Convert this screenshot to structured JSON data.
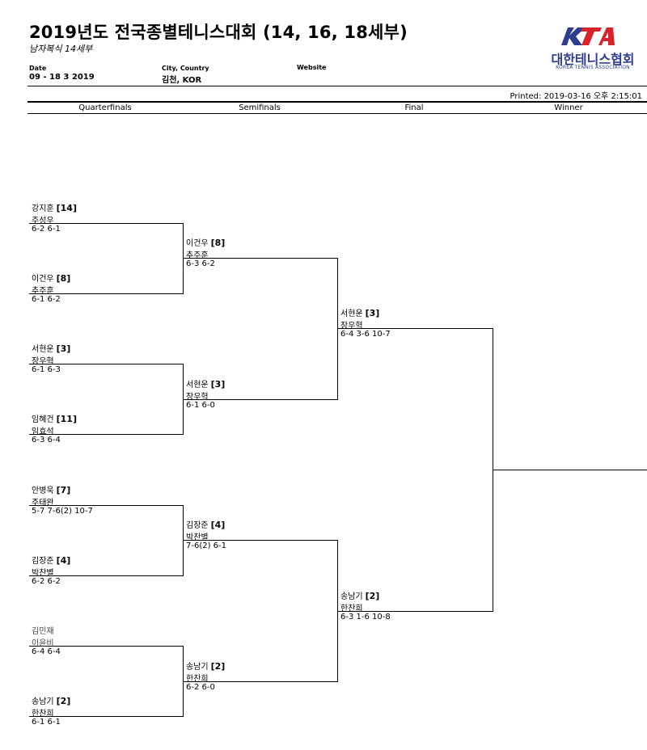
{
  "header": {
    "title": "2019년도 전국종별테니스대회 (14, 16, 18세부)",
    "subtitle": "남자복식 14세부",
    "date_label": "Date",
    "date_value": "09 - 18 3 2019",
    "city_label": "City, Country",
    "city_value": "김천, KOR",
    "website_label": "Website",
    "printed": "Printed: 2019-03-16 오후 2:15:01"
  },
  "logo": {
    "mark_text": "KTA",
    "korean_name": "대한테니스협회",
    "english_name": "KOREA TENNIS ASSOCIATION",
    "color_red": "#d8232a",
    "color_blue": "#2f3d8f"
  },
  "columns": [
    "Quarterfinals",
    "Semifinals",
    "Final",
    "Winner"
  ],
  "quarterfinals": [
    {
      "player1": "강지훈",
      "seed": "[14]",
      "player2": "주성우",
      "score": "6-2 6-1"
    },
    {
      "player1": "이건우",
      "seed": "[8]",
      "player2": "추주훈",
      "score": "6-1 6-2"
    },
    {
      "player1": "서현운",
      "seed": "[3]",
      "player2": "장우혁",
      "score": "6-1 6-3"
    },
    {
      "player1": "임혜건",
      "seed": "[11]",
      "player2": "임효석",
      "score": "6-3 6-4"
    },
    {
      "player1": "안병욱",
      "seed": "[7]",
      "player2": "주태완",
      "score": "5-7 7-6(2) 10-7"
    },
    {
      "player1": "김장준",
      "seed": "[4]",
      "player2": "박찬별",
      "score": "6-2 6-2"
    },
    {
      "player1": "김민재",
      "seed": "",
      "player2": "이윤비",
      "score": "6-4 6-4"
    },
    {
      "player1": "송남기",
      "seed": "[2]",
      "player2": "한찬희",
      "score": "6-1 6-1"
    }
  ],
  "semifinals": [
    {
      "player1": "이건우",
      "seed": "[8]",
      "player2": "추주훈",
      "score": "6-3 6-2"
    },
    {
      "player1": "서현운",
      "seed": "[3]",
      "player2": "장우혁",
      "score": "6-1 6-0"
    },
    {
      "player1": "김장준",
      "seed": "[4]",
      "player2": "박찬별",
      "score": "7-6(2) 6-1"
    },
    {
      "player1": "송남기",
      "seed": "[2]",
      "player2": "한찬희",
      "score": "6-2 6-0"
    }
  ],
  "final": [
    {
      "player1": "서현운",
      "seed": "[3]",
      "player2": "장우혁",
      "score": "6-4 3-6 10-7"
    },
    {
      "player1": "송남기",
      "seed": "[2]",
      "player2": "한찬희",
      "score": "6-3 1-6 10-8"
    }
  ]
}
